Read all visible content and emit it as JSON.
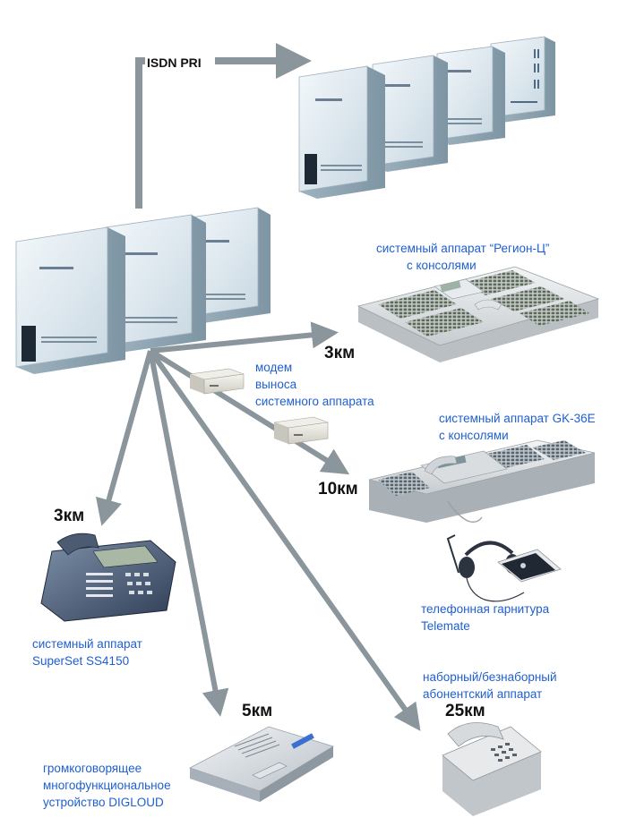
{
  "links": {
    "isdn": "ISDN PRI"
  },
  "labels": {
    "region_c_line1": "системный аппарат “Регион-Ц”",
    "region_c_line2": "с консолями",
    "dist_3km_top": "3км",
    "modem_line1": "модем",
    "modem_line2": "выноса",
    "modem_line3": "системного аппарата",
    "gk36e_line1": "системный  аппарат GK-36E",
    "gk36e_line2": "с консолями",
    "dist_10km": "10км",
    "dist_3km_left": "3км",
    "telemate_line1": "телефонная гарнитура",
    "telemate_line2": "Telemate",
    "superset_line1": "системный аппарат",
    "superset_line2": "SuperSet  SS4150",
    "phone_line1": "наборный/безнаборный",
    "phone_line2": "абонентский  аппарат",
    "dist_25km": "25км",
    "dist_5km": "5км",
    "digloud_line1": "громкоговорящее",
    "digloud_line2": "многофункциональное",
    "digloud_line3": "устройство DIGLOUD"
  },
  "colors": {
    "arrow": "#8a959c",
    "label_blue": "#1f5fd0",
    "cabinet": "#dbe6ee"
  }
}
